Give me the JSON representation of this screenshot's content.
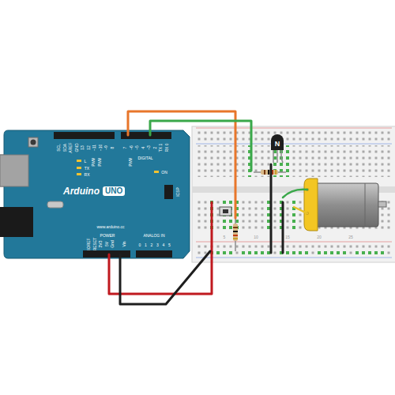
{
  "diagram": {
    "nodes": [
      {
        "text": [
          "Arduino",
          "UNO"
        ]
      },
      {
        "text": [
          "N"
        ]
      }
    ],
    "labels": [
      "SCL",
      "SDA",
      "AREF",
      "GND",
      "13",
      "12",
      "~11",
      "~10",
      "~9",
      "8",
      "7",
      "~6",
      "~5",
      "4",
      "~3",
      "2",
      "TX 1",
      "RX 0",
      "DIGITAL",
      "PWM",
      "PWM",
      "PWM",
      "L",
      "TX",
      "RX",
      "ON",
      "ICSP",
      "www.arduino.cc",
      "IOREF",
      "RESET",
      "3V3",
      "5V",
      "Gnd",
      "Vin",
      "POWER",
      "ANALOG IN",
      "0",
      "1",
      "2",
      "3",
      "4",
      "5",
      "5",
      "10",
      "15",
      "20",
      "25"
    ]
  }
}
